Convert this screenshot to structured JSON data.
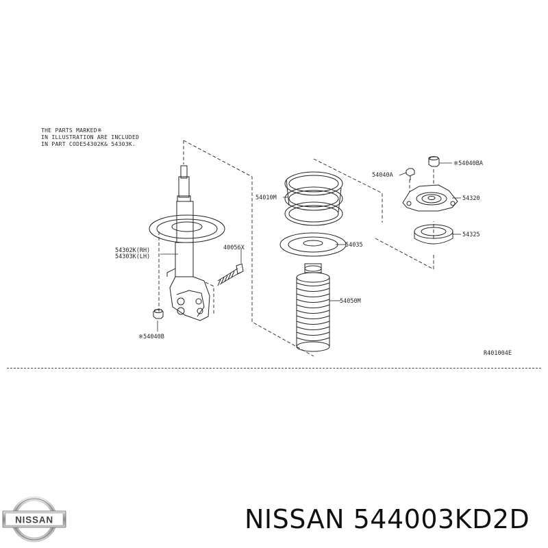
{
  "diagram": {
    "note_lines": [
      "THE PARTS MARKED※",
      "IN ILLUSTRATION ARE INCLUDED",
      "IN PART CODE54302K& 54303K."
    ],
    "labels": {
      "strut_rh": "54302K(RH)",
      "strut_lh": "54303K(LH)",
      "bolt": "40056X",
      "nut_lower": "※54040B",
      "spring": "54010M",
      "seat": "54035",
      "bumper": "54050M",
      "nut_a": "54040A",
      "nut_ba": "※54040BA",
      "mount": "54320",
      "bearing": "54325"
    },
    "ref_code": "R401004E"
  },
  "footer": {
    "logo_text": "NISSAN",
    "brand": "NISSAN",
    "part_number": "544003KD2D"
  }
}
